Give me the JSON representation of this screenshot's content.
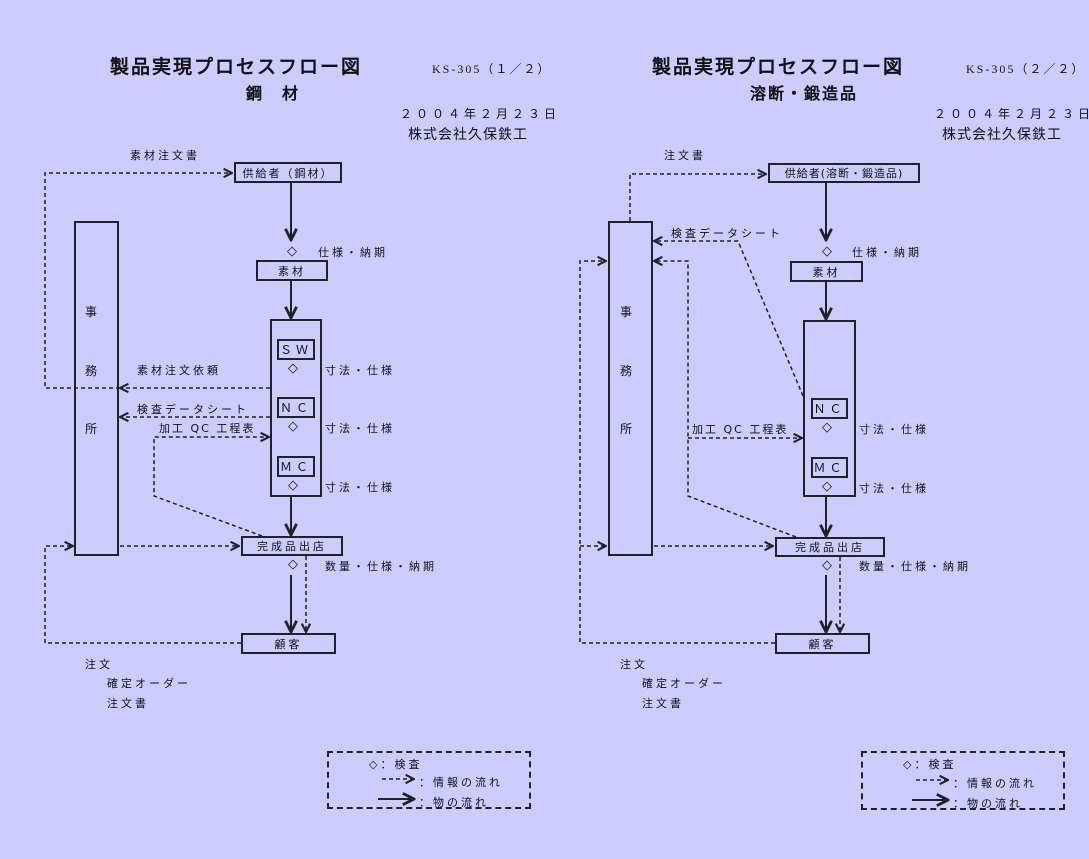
{
  "colors": {
    "background": "#CCCCFF",
    "line": "#222222"
  },
  "diagrams": [
    {
      "title": "製品実現プロセスフロー図",
      "code": "KS-305（１／２）",
      "subtitle": "鋼　材",
      "date": "２００４年２月２３日",
      "company": "株式会社久保鉄工",
      "order_label": "素材注文書",
      "supplier": "供給者（鋼材）",
      "spec_delivery": "仕様・納期",
      "material": "素材",
      "office": [
        "事",
        "務",
        "所"
      ],
      "processes": [
        "ＳＷ",
        "ＮＣ",
        "ＭＣ"
      ],
      "dim_spec": "寸法・仕様",
      "material_order_request": "素材注文依頼",
      "inspection_sheet": "検査データシート",
      "qc_table": "加工 QC 工程表",
      "finished_goods": "完成品出店",
      "qty_spec_delivery": "数量・仕様・納期",
      "customer": "顧客",
      "order_notes": [
        "注文",
        "確定オーダー",
        "注文書"
      ],
      "legend": {
        "inspection": "◇：検査",
        "info_flow": "：情報の流れ",
        "goods_flow": "：物の流れ"
      }
    },
    {
      "title": "製品実現プロセスフロー図",
      "code": "KS-305（２／２）",
      "subtitle": "溶断・鍛造品",
      "date": "２００４年２月２３日",
      "company": "株式会社久保鉄工",
      "order_label": "注文書",
      "supplier": "供給者(溶断・鍛造品)",
      "spec_delivery": "仕様・納期",
      "material": "素材",
      "office": [
        "事",
        "務",
        "所"
      ],
      "processes": [
        "ＮＣ",
        "ＭＣ"
      ],
      "dim_spec": "寸法・仕様",
      "inspection_sheet": "検査データシート",
      "qc_table": "加工 QC 工程表",
      "finished_goods": "完成品出店",
      "qty_spec_delivery": "数量・仕様・納期",
      "customer": "顧客",
      "order_notes": [
        "注文",
        "確定オーダー",
        "注文書"
      ],
      "legend": {
        "inspection": "◇：検査",
        "info_flow": "：情報の流れ",
        "goods_flow": "：物の流れ"
      }
    }
  ]
}
